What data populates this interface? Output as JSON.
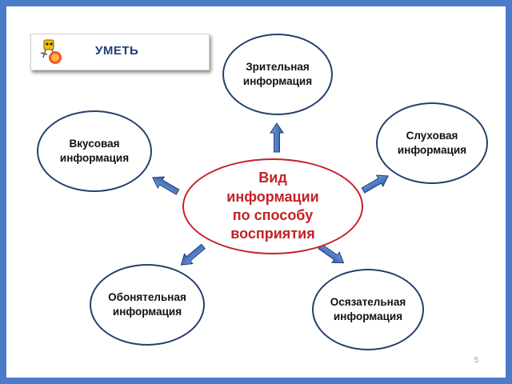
{
  "banner": {
    "text": "УМЕТЬ",
    "icon": "cartoon-mascot-icon"
  },
  "center": {
    "lines": [
      "Вид",
      "информации",
      "по способу",
      "восприятия"
    ]
  },
  "nodes": {
    "visual": [
      "Зрительная",
      "информация"
    ],
    "auditory": [
      "Слуховая",
      "информация"
    ],
    "taste": [
      "Вкусовая",
      "информация"
    ],
    "smell": [
      "Обонятельная",
      "информация"
    ],
    "touch": [
      "Осязательная",
      "информация"
    ]
  },
  "page_number": "5",
  "colors": {
    "frame": "#4a7cc9",
    "center_border": "#c42127",
    "node_border": "#24406e",
    "arrow": "#4a78c2"
  }
}
